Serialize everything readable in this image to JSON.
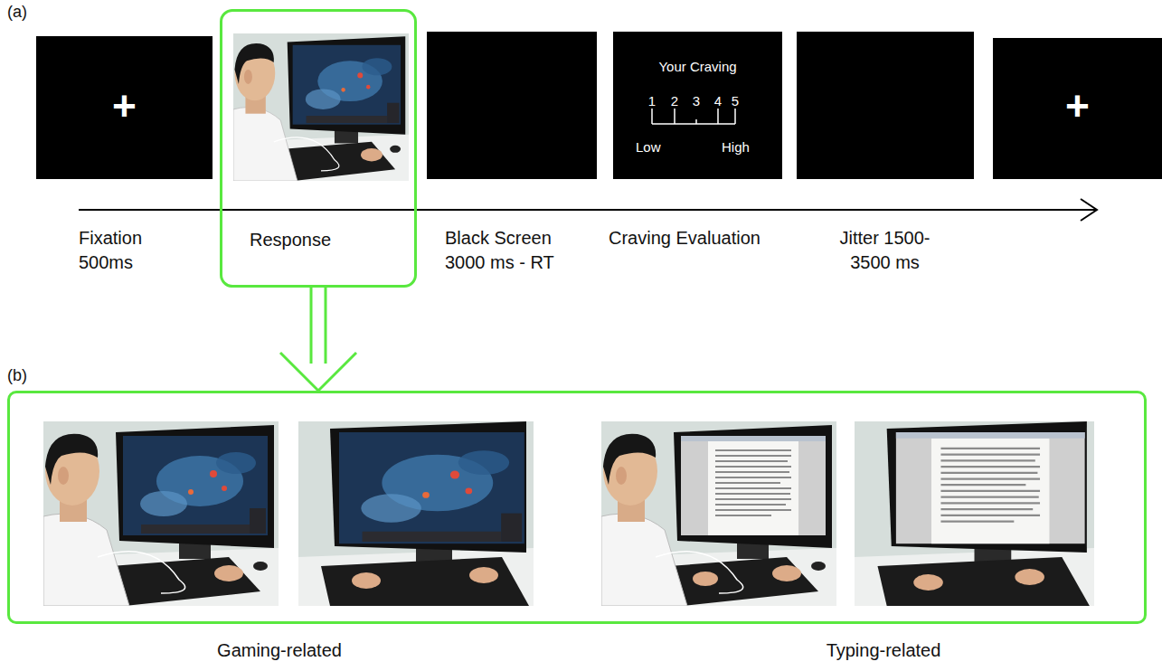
{
  "diagram": {
    "nodes": [
      {
        "text": [
          "+"
        ]
      },
      {
        "text": [
          "Response"
        ]
      },
      {
        "text": [
          "Your Craving",
          "1",
          "2",
          "3",
          "4",
          "5",
          "Low",
          "High"
        ]
      },
      {
        "text": [
          "+"
        ]
      },
      {
        "text": [
          "(b)"
        ]
      }
    ],
    "edges": [
      {
        "from": 1,
        "to": 4,
        "arrow": "to"
      }
    ],
    "labels": [
      "(a)",
      "Fixation 500ms",
      "Black Screen 3000 ms - RT",
      "Craving Evaluation",
      "Jitter 1500-3500 ms",
      "Gaming-related",
      "Typing-related"
    ]
  }
}
